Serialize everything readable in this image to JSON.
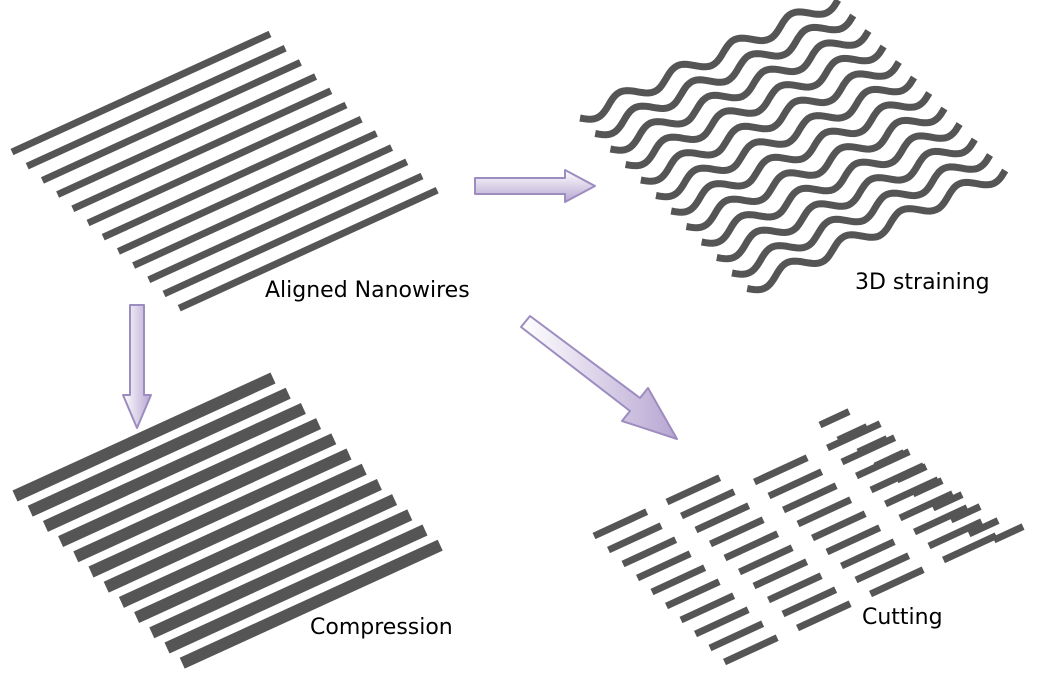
{
  "labels": {
    "aligned": "Aligned Nanowires",
    "straining": "3D straining",
    "compression": "Compression",
    "cutting": "Cutting"
  },
  "colors": {
    "wire": "#555555",
    "arrow_fill_light": "#ffffff",
    "arrow_fill_dark": "#b7a6d2",
    "arrow_stroke": "#9d8cbf"
  }
}
